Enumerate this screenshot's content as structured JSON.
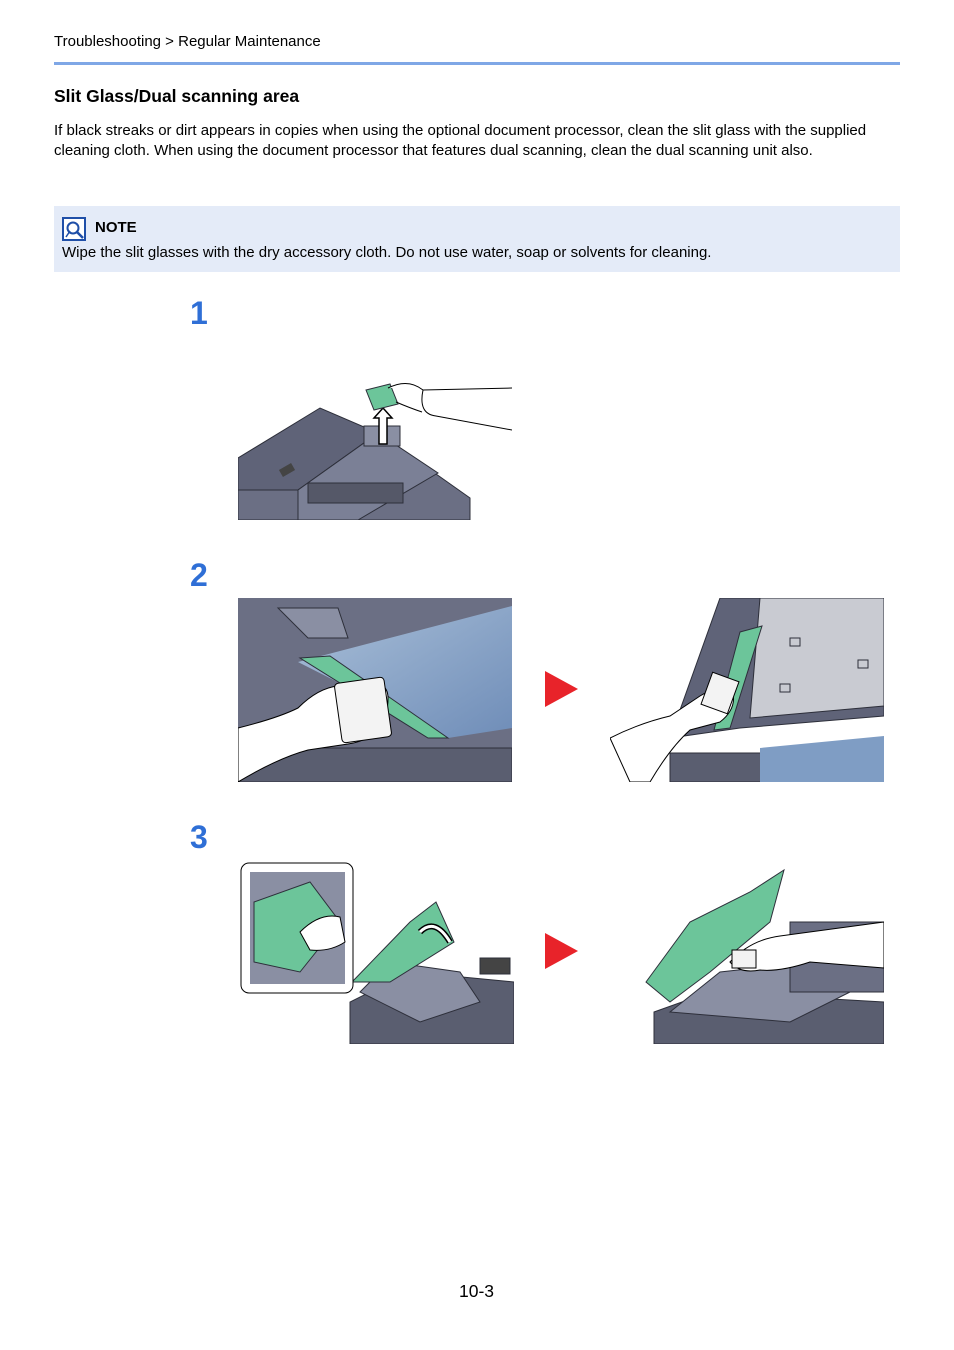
{
  "header": {
    "breadcrumb": "Troubleshooting > Regular Maintenance"
  },
  "section": {
    "title": "Slit Glass/Dual scanning area",
    "intro": "If black streaks or dirt appears in copies when using the optional document processor, clean the slit glass with the supplied cleaning cloth. When using the document processor that features dual scanning, clean the dual scanning unit also."
  },
  "note": {
    "label": "NOTE",
    "text": "Wipe the slit glasses with the dry accessory cloth. Do not use water, soap or solvents for cleaning."
  },
  "steps": [
    {
      "number": "1"
    },
    {
      "number": "2"
    },
    {
      "number": "3"
    }
  ],
  "colors": {
    "step_number": "#2f6fd6",
    "arrow": "#e8232a",
    "note_background": "#e4ebf8",
    "header_rule": "#7fa7e6",
    "cloth_green": "#6cc59a",
    "machine_gray": "#6b6f84"
  },
  "footer": {
    "page_number": "10-3"
  }
}
